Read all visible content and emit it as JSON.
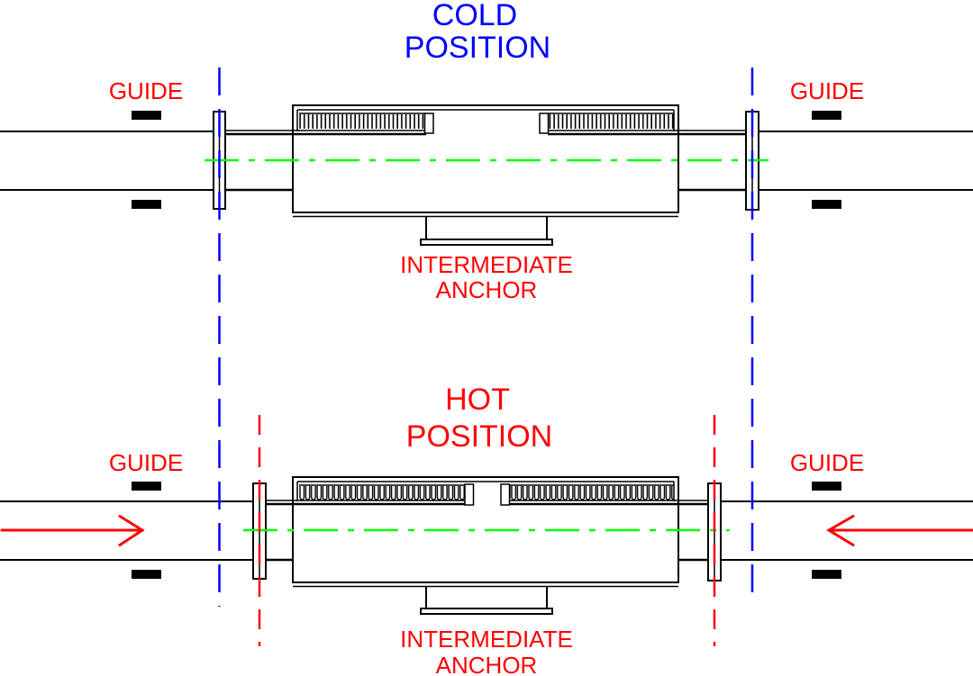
{
  "colors": {
    "line": "#000000",
    "background": "#ffffff",
    "red": "#ff0000",
    "blue": "#0000ff",
    "green": "#00ff00"
  },
  "cold": {
    "title_line1": "COLD",
    "title_line2": "POSITION",
    "guide_left_label": "GUIDE",
    "guide_right_label": "GUIDE",
    "anchor_label_line1": "INTERMEDIATE",
    "anchor_label_line2": "ANCHOR"
  },
  "hot": {
    "title_line1": "HOT",
    "title_line2": "POSITION",
    "guide_left_label": "GUIDE",
    "guide_right_label": "GUIDE",
    "anchor_label_line1": "INTERMEDIATE",
    "anchor_label_line2": "ANCHOR"
  }
}
